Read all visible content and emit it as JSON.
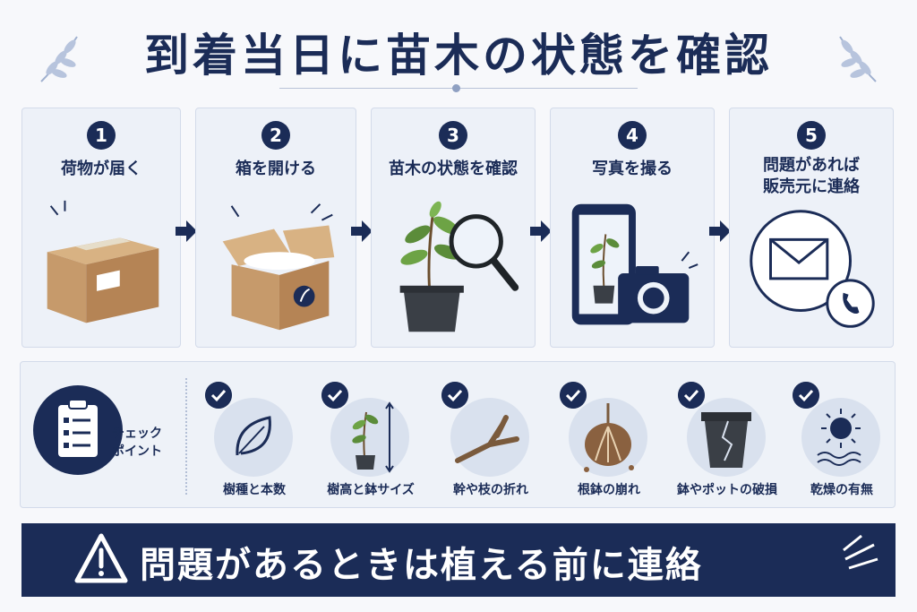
{
  "title": "到着当日に苗木の状態を確認",
  "steps": [
    {
      "number": "1",
      "label": "荷物が届く"
    },
    {
      "number": "2",
      "label": "箱を開ける"
    },
    {
      "number": "3",
      "label": "苗木の状態を確認"
    },
    {
      "number": "4",
      "label": "写真を撮る"
    },
    {
      "number": "5",
      "label_line1": "問題があれば",
      "label_line2": "販売元に連絡"
    }
  ],
  "checkpoint": {
    "title_line1": "チェック",
    "title_line2": "ポイント",
    "items": [
      {
        "label": "樹種と本数",
        "icon": "leaf-icon"
      },
      {
        "label": "樹高と鉢サイズ",
        "icon": "seedling-height-icon"
      },
      {
        "label": "幹や枝の折れ",
        "icon": "broken-branch-icon"
      },
      {
        "label": "根鉢の崩れ",
        "icon": "root-ball-icon"
      },
      {
        "label": "鉢やポットの破損",
        "icon": "cracked-pot-icon"
      },
      {
        "label": "乾燥の有無",
        "icon": "sun-dry-icon"
      }
    ]
  },
  "banner": {
    "text": "問題があるときは植える前に連絡",
    "icon": "warning-icon"
  },
  "colors": {
    "navy": "#1b2c57",
    "panel": "#edf1f8",
    "cardboard": "#c69a6b"
  }
}
